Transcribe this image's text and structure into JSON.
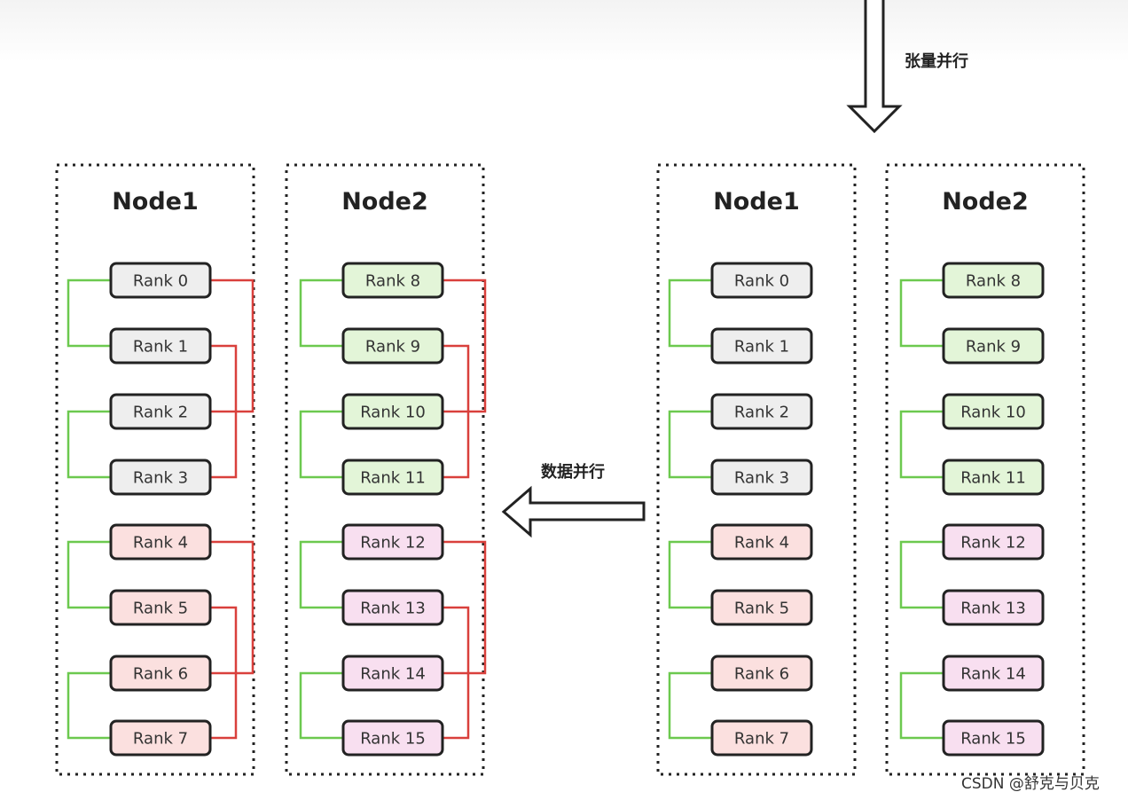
{
  "arrows": {
    "tensor_parallel": "张量并行",
    "data_parallel": "数据并行"
  },
  "diagrams": [
    {
      "nodes": [
        {
          "title": "Node1",
          "ranks": [
            "Rank 0",
            "Rank 1",
            "Rank 2",
            "Rank 3",
            "Rank 4",
            "Rank 5",
            "Rank 6",
            "Rank 7"
          ]
        },
        {
          "title": "Node2",
          "ranks": [
            "Rank 8",
            "Rank 9",
            "Rank 10",
            "Rank 11",
            "Rank 12",
            "Rank 13",
            "Rank 14",
            "Rank 15"
          ]
        }
      ]
    },
    {
      "nodes": [
        {
          "title": "Node1",
          "ranks": [
            "Rank 0",
            "Rank 1",
            "Rank 2",
            "Rank 3",
            "Rank 4",
            "Rank 5",
            "Rank 6",
            "Rank 7"
          ]
        },
        {
          "title": "Node2",
          "ranks": [
            "Rank 8",
            "Rank 9",
            "Rank 10",
            "Rank 11",
            "Rank 12",
            "Rank 13",
            "Rank 14",
            "Rank 15"
          ]
        }
      ]
    }
  ],
  "colors": {
    "gray_fill": "#eeeeee",
    "green_fill": "#e3f5d8",
    "red_fill": "#fbe0df",
    "pink_fill": "#f8dff0",
    "tensor_link": "#6cc94f",
    "data_link": "#d9403c",
    "outline": "#222222"
  },
  "watermark": "CSDN @舒克与贝克"
}
